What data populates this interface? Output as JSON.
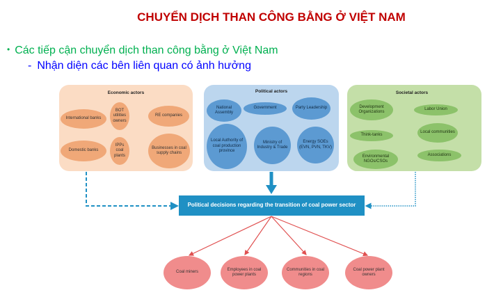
{
  "title": "CHUYỂN DỊCH THAN CÔNG BẰNG Ở VIỆT NAM",
  "bullet": "Các tiếp cận chuyển dịch than công bằng ở Việt Nam",
  "subbullet": "Nhận diện các bên liên quan có ảnh hưởng",
  "colors": {
    "title": "#c00000",
    "bullet": "#00b050",
    "subbullet": "#0000ff",
    "economic": "#f0a878",
    "political": "#5c9ad2",
    "societal": "#8cc26a",
    "decision": "#1f90c4",
    "impacted": "#f08c8c"
  },
  "diagram": {
    "economic": {
      "title": "Economic actors",
      "actors": [
        "International banks",
        "BOT utilities owners",
        "RE companies",
        "Domestic banks",
        "IPPs coal plants",
        "Businesses in coal supply chains"
      ]
    },
    "political": {
      "title": "Political actors",
      "actors": [
        "National Assembly",
        "Government",
        "Party Leadership",
        "Local Authority of coal production province",
        "Ministry of Industry & Trade",
        "Energy SOEs (EVN, PVN, TKV)"
      ]
    },
    "societal": {
      "title": "Societal actors",
      "actors": [
        "Development Organizations",
        "Labor Union",
        "Think-tanks",
        "Local communities",
        "Environmental NGOs/CSOs",
        "Associations"
      ]
    },
    "decision": "Political decisions regarding the transition of coal power sector",
    "impacted": [
      "Coal miners",
      "Employees in coal power plants",
      "Communities in coal regions",
      "Coal power plant owners"
    ]
  }
}
